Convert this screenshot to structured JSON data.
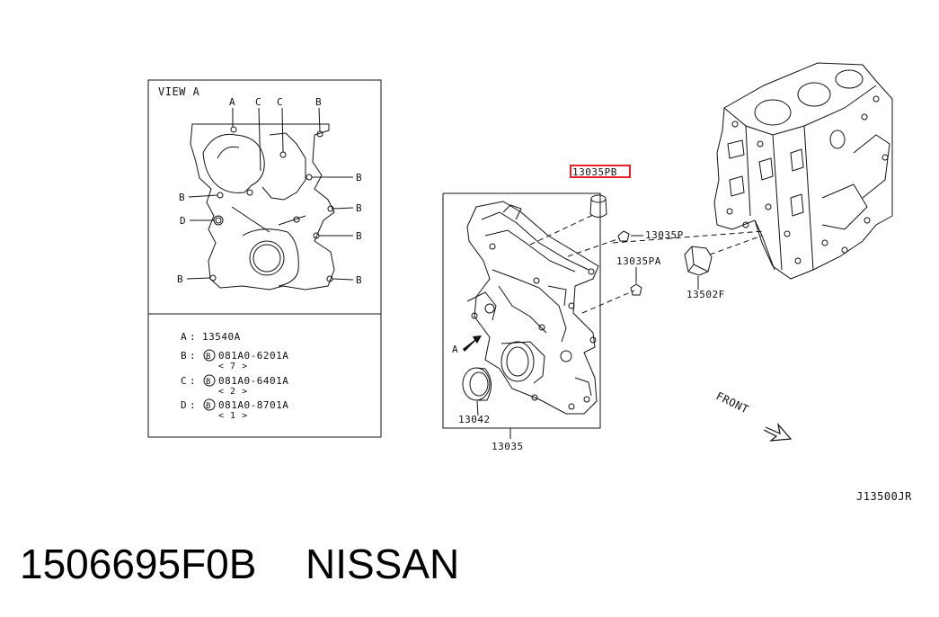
{
  "view_box": {
    "title": "VIEW A",
    "callouts": [
      "A",
      "C",
      "C",
      "B",
      "B",
      "B",
      "D",
      "B",
      "B",
      "B",
      "B"
    ],
    "legend": [
      {
        "key": "A",
        "part": "13540A",
        "qty": ""
      },
      {
        "key": "B",
        "part": "081A0-6201A",
        "qty": "< 7 >"
      },
      {
        "key": "C",
        "part": "081A0-6401A",
        "qty": "< 2 >"
      },
      {
        "key": "D",
        "part": "081A0-8701A",
        "qty": "< 1 >"
      }
    ],
    "legend_sep": ":",
    "bolt_symbol": "B"
  },
  "parts": {
    "highlighted": "13035PB",
    "plug_p": "13035P",
    "plug_pa": "13035PA",
    "dowel": "13502F",
    "seal": "13042",
    "cover": "13035",
    "view_arrow": "A"
  },
  "front_label": "FRONT",
  "diagram_code": "J13500JR",
  "footer": {
    "part_number": "1506695F0B",
    "brand": "NISSAN"
  },
  "colors": {
    "highlight": "#e8202a",
    "line": "#111111",
    "background": "#ffffff"
  }
}
